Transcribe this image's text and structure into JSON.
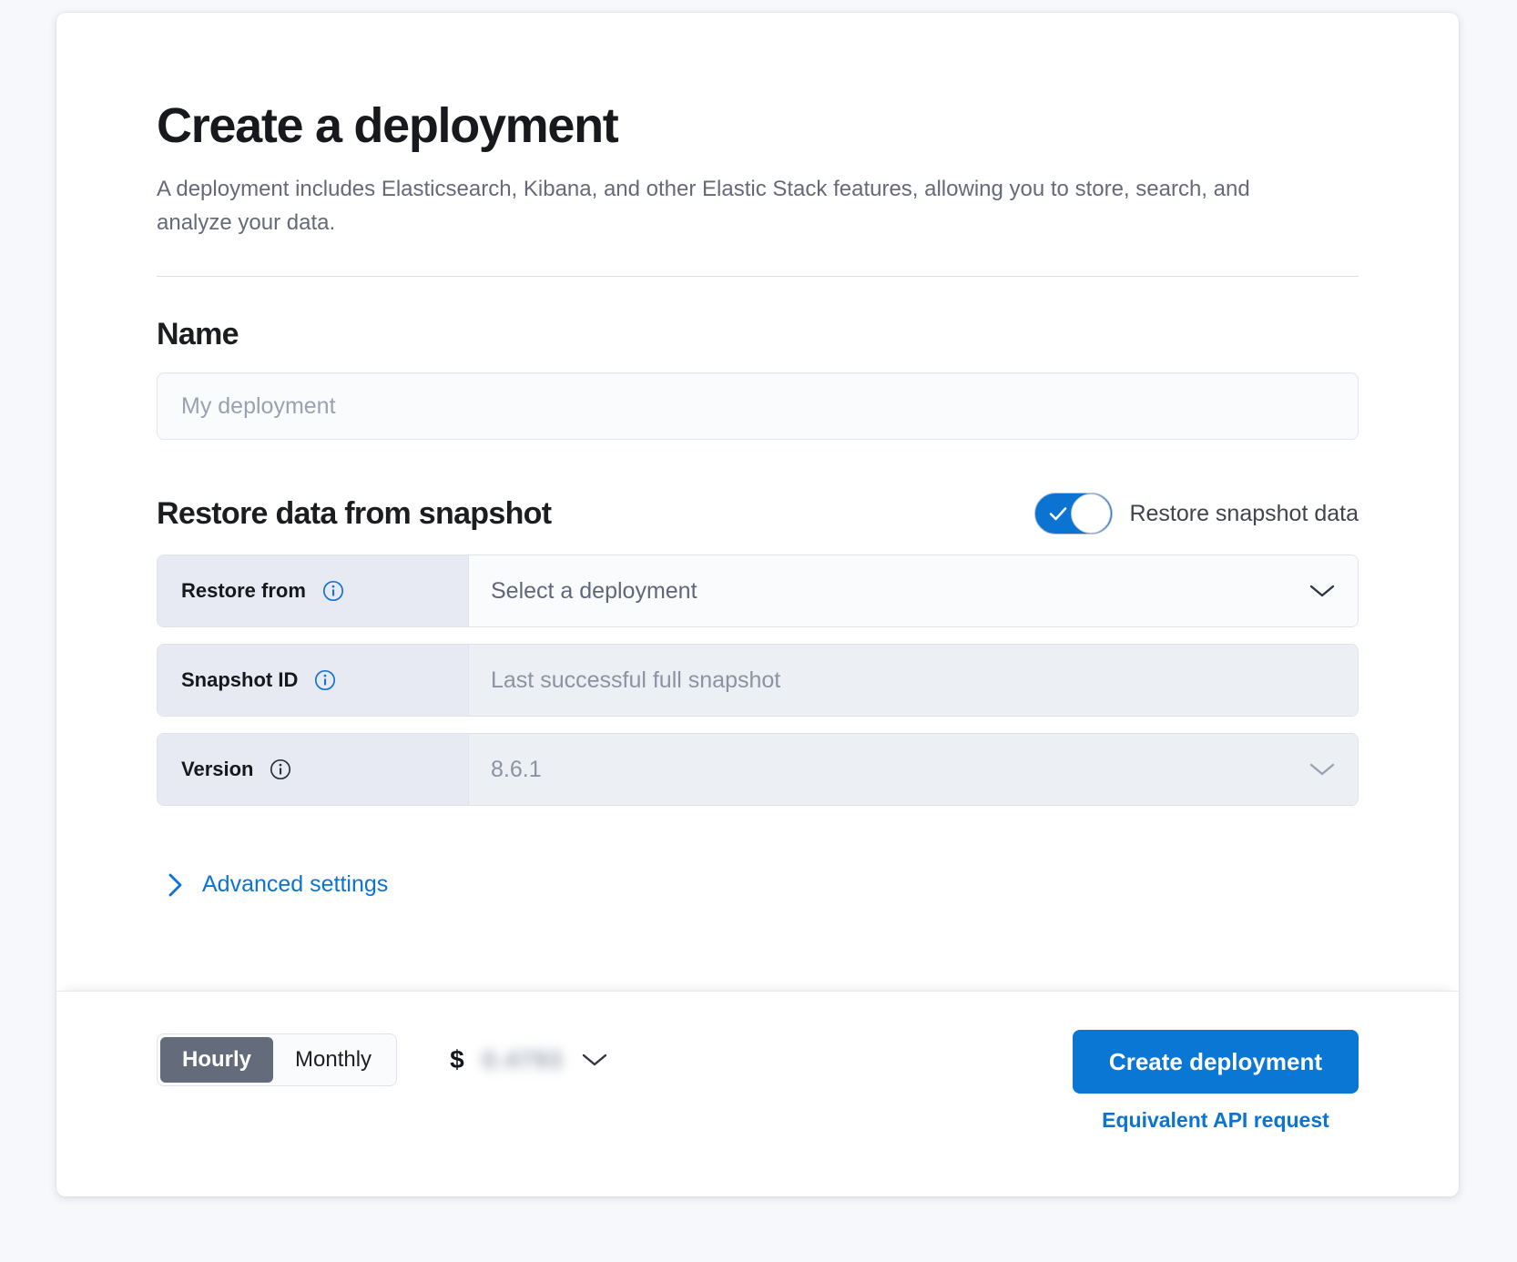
{
  "header": {
    "title": "Create a deployment",
    "subtitle": "A deployment includes Elasticsearch, Kibana, and other Elastic Stack features, allowing you to store, search, and analyze your data."
  },
  "name_section": {
    "heading": "Name",
    "placeholder": "My deployment",
    "value": ""
  },
  "snapshot_section": {
    "heading": "Restore data from snapshot",
    "toggle_label": "Restore snapshot data",
    "toggle_on": true,
    "rows": [
      {
        "label": "Restore from",
        "value": "Select a deployment",
        "disabled": false,
        "has_chevron": true,
        "info": "info-icon"
      },
      {
        "label": "Snapshot ID",
        "value": "Last successful full snapshot",
        "disabled": true,
        "has_chevron": false,
        "info": "info-icon"
      },
      {
        "label": "Version",
        "value": "8.6.1",
        "disabled": true,
        "has_chevron": true,
        "info": "info-icon"
      }
    ]
  },
  "advanced": {
    "label": "Advanced settings",
    "icon": "chevron-right-icon"
  },
  "footer": {
    "billing_options": [
      "Hourly",
      "Monthly"
    ],
    "billing_selected": "Hourly",
    "price_currency": "$",
    "price_amount": "0.4793",
    "price_chevron": "chevron-down-icon",
    "create_button": "Create deployment",
    "api_link": "Equivalent API request"
  },
  "colors": {
    "accent": "#0b77d4",
    "toggle_on": "#0b73d1",
    "segment_active": "#646b7a",
    "label_bg": "#e7eaf2"
  }
}
